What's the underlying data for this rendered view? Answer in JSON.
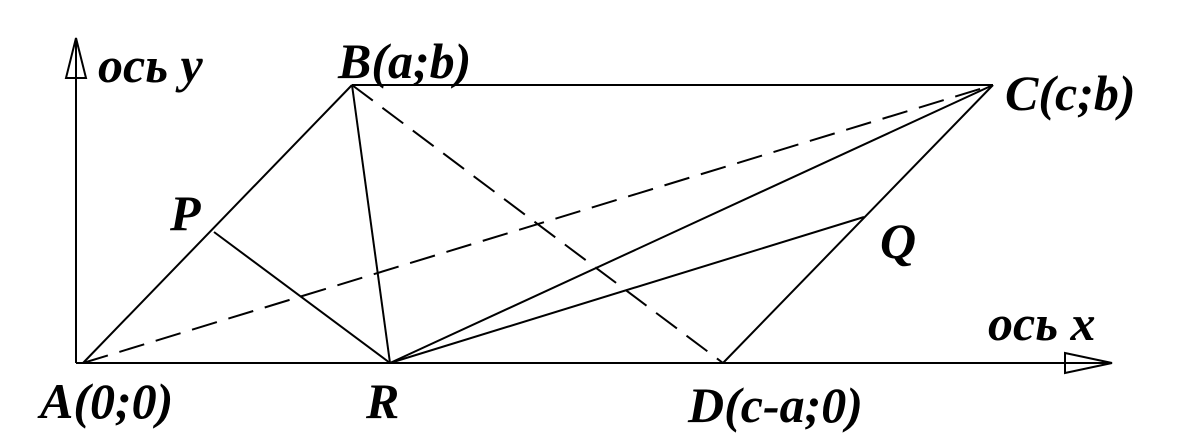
{
  "axes": {
    "y_label": "ось y",
    "x_label": "ось x"
  },
  "points": {
    "A": "A(0;0)",
    "B": "B(a;b)",
    "C": "C(c;b)",
    "D": "D(c-a;0)",
    "P": "P",
    "Q": "Q",
    "R": "R"
  }
}
